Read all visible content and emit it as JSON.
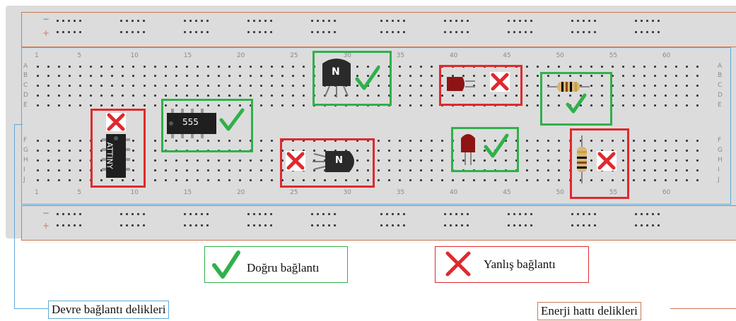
{
  "rail": {
    "minus": "−",
    "plus": "+"
  },
  "rows_top": [
    "A",
    "B",
    "C",
    "D",
    "E"
  ],
  "rows_bottom": [
    "F",
    "G",
    "H",
    "I",
    "J"
  ],
  "columns": [
    "1",
    "5",
    "10",
    "15",
    "20",
    "25",
    "30",
    "35",
    "40",
    "45",
    "50",
    "55",
    "60"
  ],
  "components": {
    "ic555_label": "555",
    "attiny_label": "ATTINY",
    "transistor_top_label": "N",
    "transistor_mid_label": "N"
  },
  "legend": {
    "correct": "Doğru bağlantı",
    "wrong": "Yanlış bağlantı"
  },
  "callouts": {
    "circuit_holes": "Devre bağlantı delikleri",
    "power_holes": "Enerji hattı delikleri"
  },
  "colors": {
    "correct": "#2fb14a",
    "wrong": "#e0292e",
    "circuit_line": "#5ea9d8",
    "power_line": "#c77b55"
  }
}
